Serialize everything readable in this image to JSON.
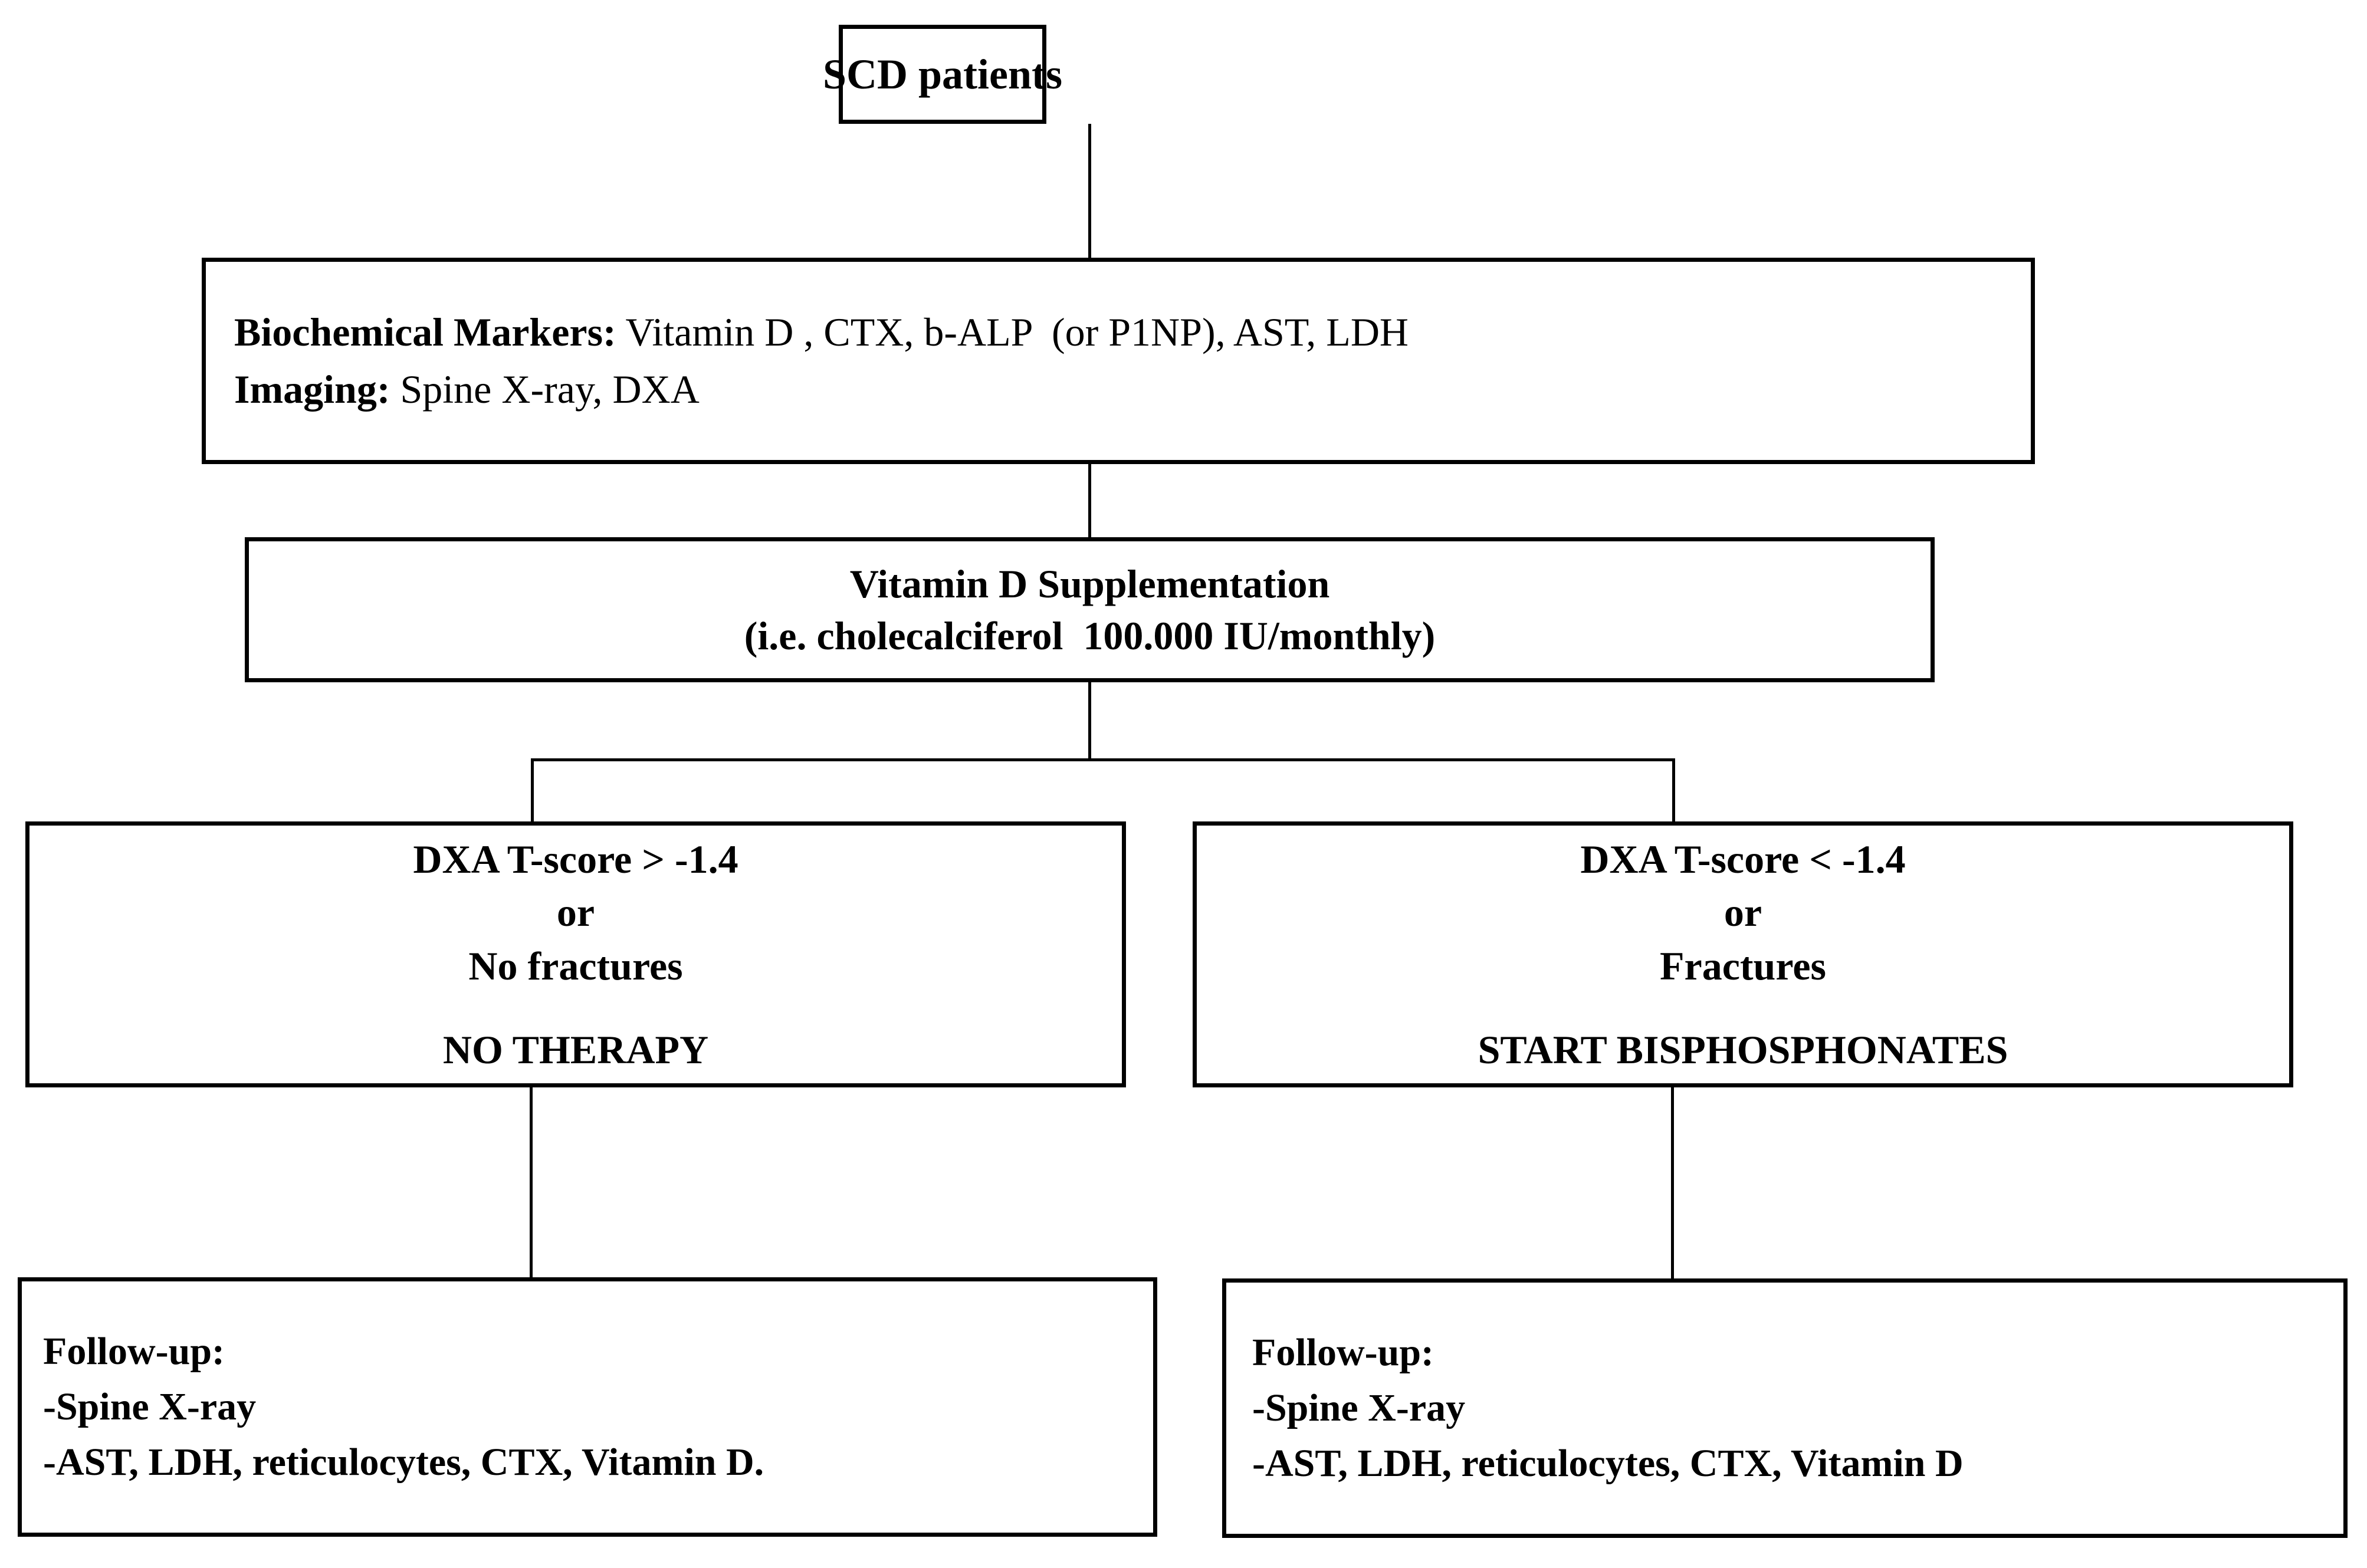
{
  "diagram": {
    "title": "SCD bone disease management algorithm",
    "stroke_color": "#000000",
    "background_color": "#ffffff"
  },
  "nodes": {
    "scd_patients": {
      "label": "SCD patients"
    },
    "assessment": {
      "markers_label": "Biochemical Markers:",
      "markers_value": " Vitamin D , CTX, b-ALP  (or P1NP), AST, LDH",
      "imaging_label": "Imaging:",
      "imaging_value": " Spine X-ray, DXA"
    },
    "supplementation": {
      "line1": "Vitamin D Supplementation",
      "line2": "(i.e. cholecalciferol  100.000 IU/monthly)"
    },
    "left_decision": {
      "criterion": "DXA T-score > -1.4",
      "conjunction": "or",
      "alternative": "No fractures",
      "action": "NO THERAPY"
    },
    "right_decision": {
      "criterion": "DXA T-score < -1.4",
      "conjunction": "or",
      "alternative": "Fractures",
      "action": "START BISPHOSPHONATES"
    },
    "left_followup": {
      "heading": "Follow-up:",
      "item1": "-Spine X-ray",
      "item2": "-AST, LDH, reticulocytes, CTX, Vitamin D."
    },
    "right_followup": {
      "heading": "Follow-up:",
      "item1": "-Spine X-ray",
      "item2": "-AST, LDH, reticulocytes, CTX, Vitamin D"
    }
  },
  "connectors": [
    {
      "name": "scd-to-assessment",
      "type": "vertical"
    },
    {
      "name": "assessment-to-supplementation",
      "type": "vertical"
    },
    {
      "name": "supplementation-to-split",
      "type": "vertical"
    },
    {
      "name": "split-horizontal-bar",
      "type": "horizontal"
    },
    {
      "name": "split-to-left-decision",
      "type": "vertical"
    },
    {
      "name": "split-to-right-decision",
      "type": "vertical"
    },
    {
      "name": "left-decision-to-followup",
      "type": "vertical"
    },
    {
      "name": "right-decision-to-followup",
      "type": "vertical"
    }
  ]
}
